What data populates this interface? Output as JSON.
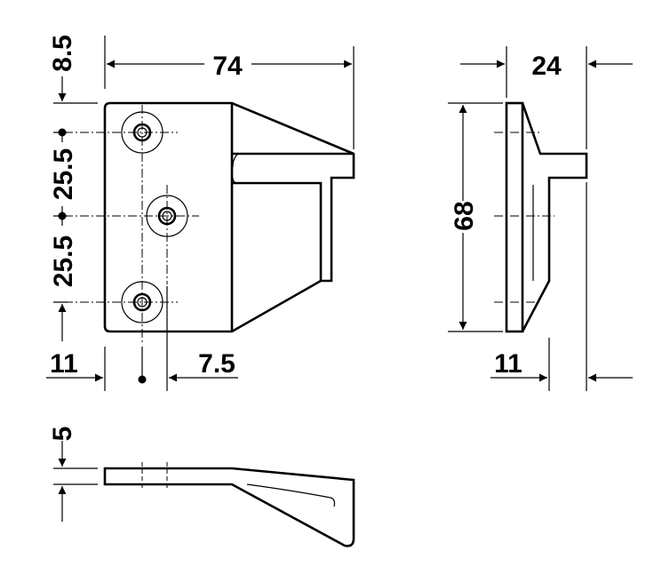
{
  "dimensions": {
    "top_offset": "8.5",
    "width_front": "74",
    "depth_side": "24",
    "spacing_1": "25.5",
    "spacing_2": "25.5",
    "edge_front": "11",
    "hole_offset": "7.5",
    "height_side": "68",
    "edge_side": "11",
    "thickness": "5"
  },
  "colors": {
    "stroke": "#000000",
    "background": "#ffffff"
  }
}
